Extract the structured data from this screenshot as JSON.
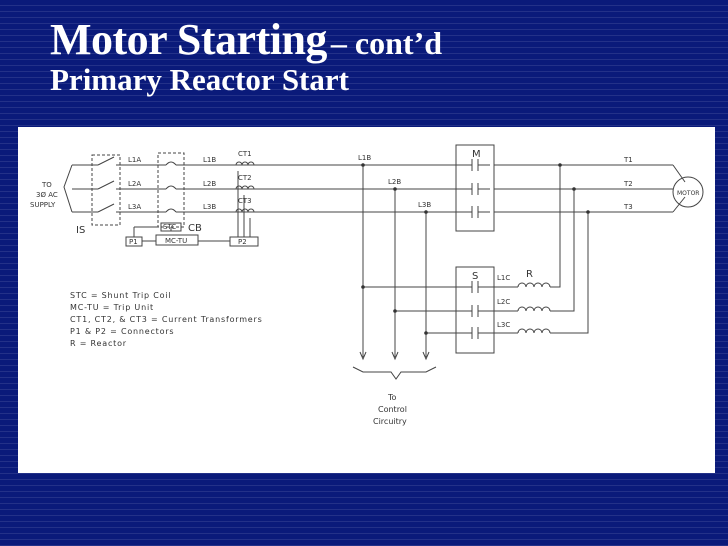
{
  "slide": {
    "title_main": "Motor Starting",
    "title_cont": "– cont’d",
    "subtitle": "Primary Reactor Start"
  },
  "colors": {
    "background": "#0a1a7a",
    "text": "#ffffff",
    "panel": "#ffffff",
    "ink": "#333333"
  },
  "diagram": {
    "supply": [
      "TO",
      "3Ø AC",
      "SUPPLY"
    ],
    "is_label": "IS",
    "cb_label": "CB",
    "stc_label": "STC",
    "mctu_label": "MC-TU",
    "p1_label": "P1",
    "p2_label": "P2",
    "line_labels_a": [
      "L1A",
      "L2A",
      "L3A"
    ],
    "line_labels_b_left": [
      "L1B",
      "L2B",
      "L3B"
    ],
    "ct_labels": [
      "CT1",
      "CT2",
      "CT3"
    ],
    "line_labels_b_right": [
      "L1B",
      "L2B",
      "L3B"
    ],
    "m_label": "M",
    "s_label": "S",
    "r_label": "R",
    "line_labels_c": [
      "L1C",
      "L2C",
      "L3C"
    ],
    "terminals": [
      "T1",
      "T2",
      "T3"
    ],
    "motor_label": "MOTOR",
    "control": [
      "To",
      "Control",
      "Circuitry"
    ],
    "legend": [
      "STC = Shunt Trip Coil",
      "MC-TU = Trip Unit",
      "CT1, CT2, & CT3 = Current Transformers",
      "P1 & P2 = Connectors",
      "R = Reactor"
    ]
  }
}
